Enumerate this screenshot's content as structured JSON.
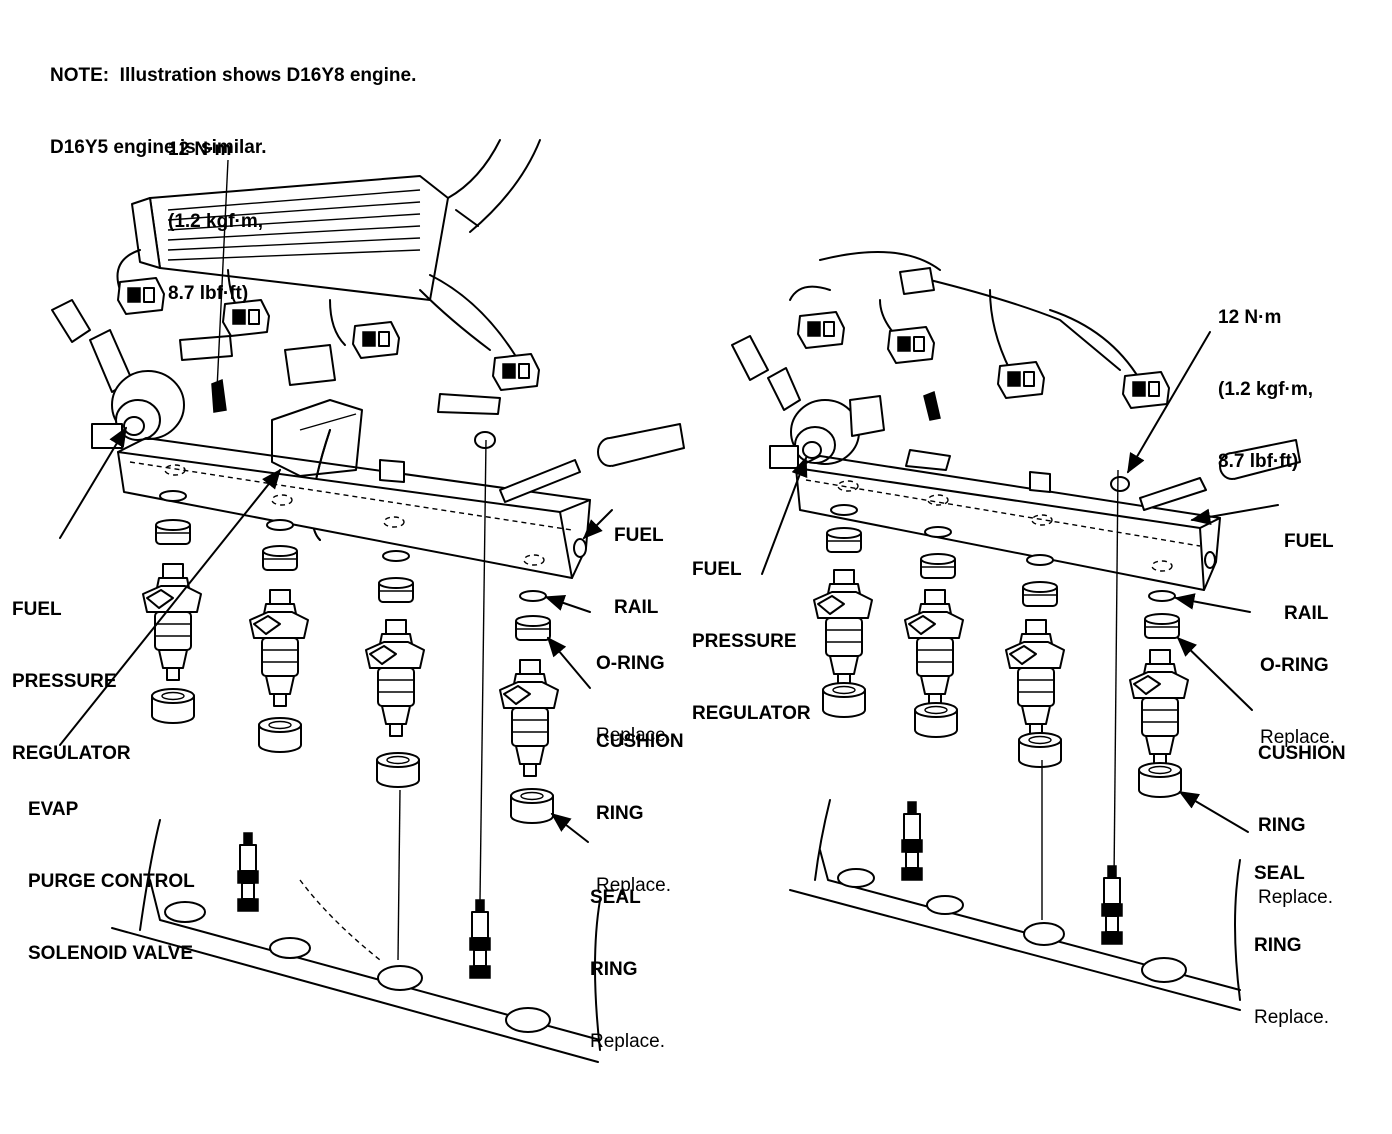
{
  "note": {
    "line1": "NOTE:  Illustration shows D16Y8 engine.",
    "line2": "D16Y5 engine is similar."
  },
  "left": {
    "torque": {
      "line1": "12 N·m",
      "line2": "(1.2 kgf·m,",
      "line3": "8.7 lbf·ft)"
    },
    "fuel_rail": {
      "line1": "FUEL",
      "line2": "RAIL"
    },
    "fuel_pressure_regulator": {
      "line1": "FUEL",
      "line2": "PRESSURE",
      "line3": "REGULATOR"
    },
    "evap": {
      "line1": "EVAP",
      "line2": "PURGE CONTROL",
      "line3": "SOLENOID VALVE"
    },
    "o_ring": {
      "name": "O-RING",
      "action": "Replace."
    },
    "cushion_ring": {
      "line1": "CUSHION",
      "line2": "RING",
      "action": "Replace."
    },
    "seal_ring": {
      "line1": "SEAL",
      "line2": "RING",
      "action": "Replace."
    }
  },
  "right": {
    "torque": {
      "line1": "12 N·m",
      "line2": "(1.2 kgf·m,",
      "line3": "8.7 lbf·ft)"
    },
    "fuel_rail": {
      "line1": "FUEL",
      "line2": "RAIL"
    },
    "fuel_pressure_regulator": {
      "line1": "FUEL",
      "line2": "PRESSURE",
      "line3": "REGULATOR"
    },
    "o_ring": {
      "name": "O-RING",
      "action": "Replace."
    },
    "cushion_ring": {
      "line1": "CUSHION",
      "line2": "RING",
      "action": "Replace."
    },
    "seal_ring": {
      "line1": "SEAL",
      "line2": "RING",
      "action": "Replace."
    }
  }
}
